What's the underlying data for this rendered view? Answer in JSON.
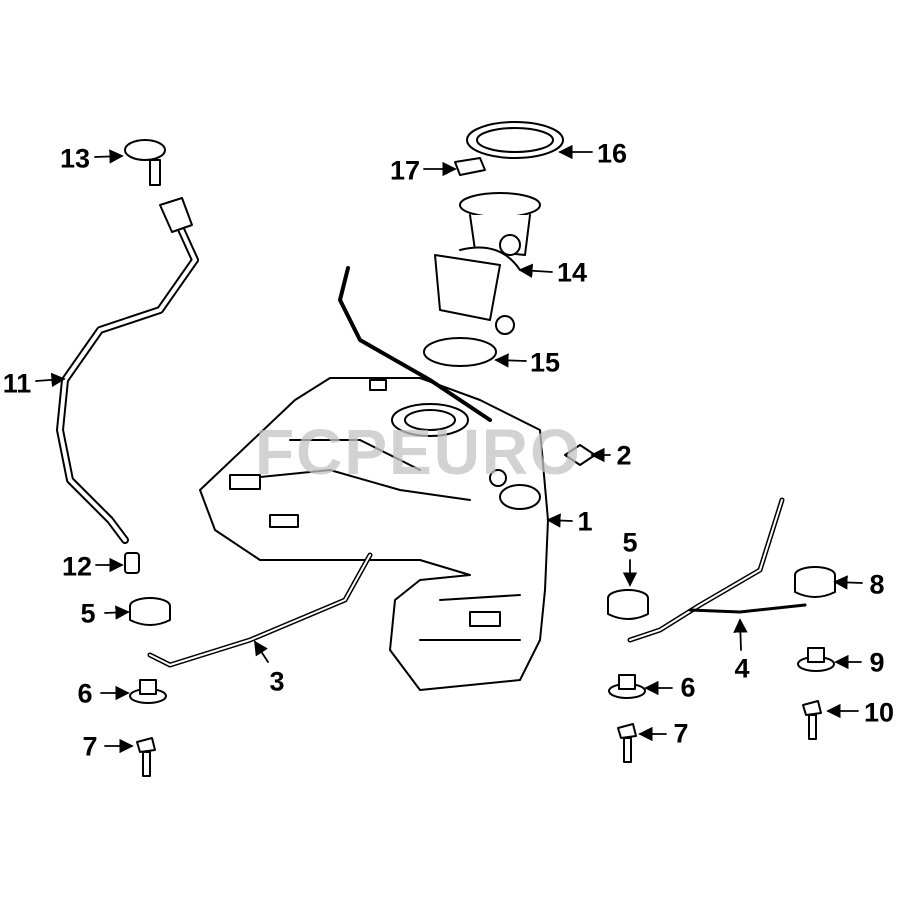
{
  "watermark": "FCPEURO",
  "callouts": [
    "1",
    "2",
    "3",
    "4",
    "5",
    "5",
    "6",
    "6",
    "7",
    "7",
    "8",
    "9",
    "10",
    "11",
    "12",
    "13",
    "14",
    "15",
    "16",
    "17"
  ],
  "colors": {
    "line": "#000000",
    "watermark": "#d8d8d8",
    "background": "#ffffff"
  }
}
